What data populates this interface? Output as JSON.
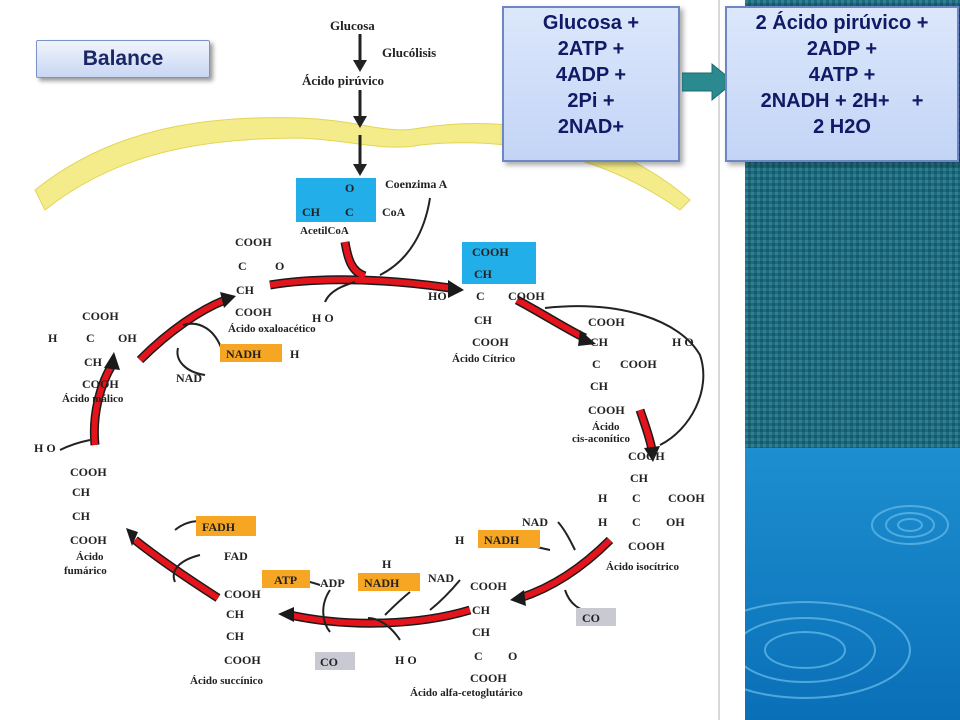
{
  "balance_label": "Balance",
  "reactants": [
    "Glucosa +",
    "2ATP +",
    "4ADP +",
    "2Pi +",
    "2NAD+"
  ],
  "products": [
    "2 Ácido pirúvico +",
    "2ADP +",
    "4ATP +",
    "2NADH + 2H+    +",
    "2 H2O"
  ],
  "diagram": {
    "glucosa": "Glucosa",
    "glucolisis": "Glucólisis",
    "acido_piruvico": "Ácido pirúvico",
    "coenzima_a": "Coenzima A",
    "acetilcoa": "AcetilCoA",
    "coa": "CoA",
    "oxaloacetico": "Ácido oxaloacético",
    "citrico": "Ácido Cítrico",
    "cis_aconitico_1": "Ácido",
    "cis_aconitico_2": "cis-aconítico",
    "isocitrico": "Ácido isocítrico",
    "alfa_ceto": "Ácido alfa-cetoglutárico",
    "succinico": "Ácido succínico",
    "fumarico_1": "Ácido",
    "fumarico_2": "fumárico",
    "malico": "Ácido málico",
    "nadh": "NADH",
    "nad": "NAD",
    "fadh": "FADH",
    "fad": "FAD",
    "atp": "ATP",
    "adp": "ADP",
    "co2": "CO",
    "h2o": "H O",
    "hplus": "H",
    "cooh": "COOH",
    "ch2": "CH",
    "ch": "CH",
    "c": "C",
    "h": "H",
    "oh": "OH",
    "ho": "HO",
    "o": "O",
    "ch3": "CH"
  }
}
